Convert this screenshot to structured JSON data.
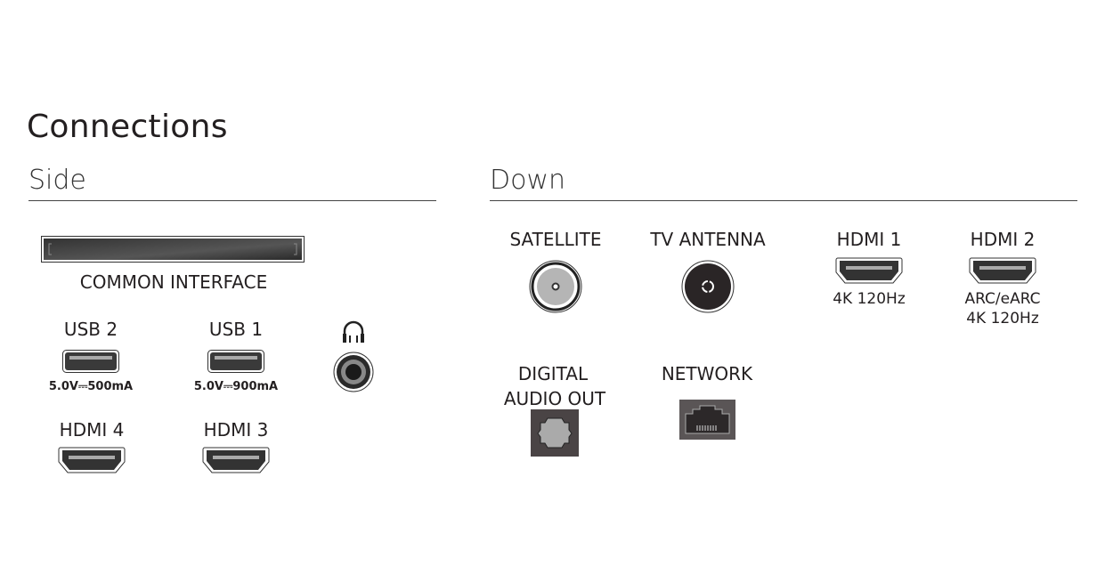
{
  "title": "Connections",
  "side": {
    "heading": "Side",
    "common_interface": "COMMON INTERFACE",
    "usb2": {
      "label": "USB 2",
      "spec": "5.0V⎓500mA"
    },
    "usb1": {
      "label": "USB 1",
      "spec": "5.0V⎓900mA"
    },
    "hdmi4": {
      "label": "HDMI 4"
    },
    "hdmi3": {
      "label": "HDMI 3"
    }
  },
  "down": {
    "heading": "Down",
    "satellite": "SATELLITE",
    "tv_antenna": "TV ANTENNA",
    "hdmi1": {
      "label": "HDMI 1",
      "sub": "4K 120Hz"
    },
    "hdmi2": {
      "label": "HDMI 2",
      "sub1": "ARC/eARC",
      "sub2": "4K 120Hz"
    },
    "digital_audio": {
      "line1": "DIGITAL",
      "line2": "AUDIO OUT"
    },
    "network": "NETWORK"
  }
}
